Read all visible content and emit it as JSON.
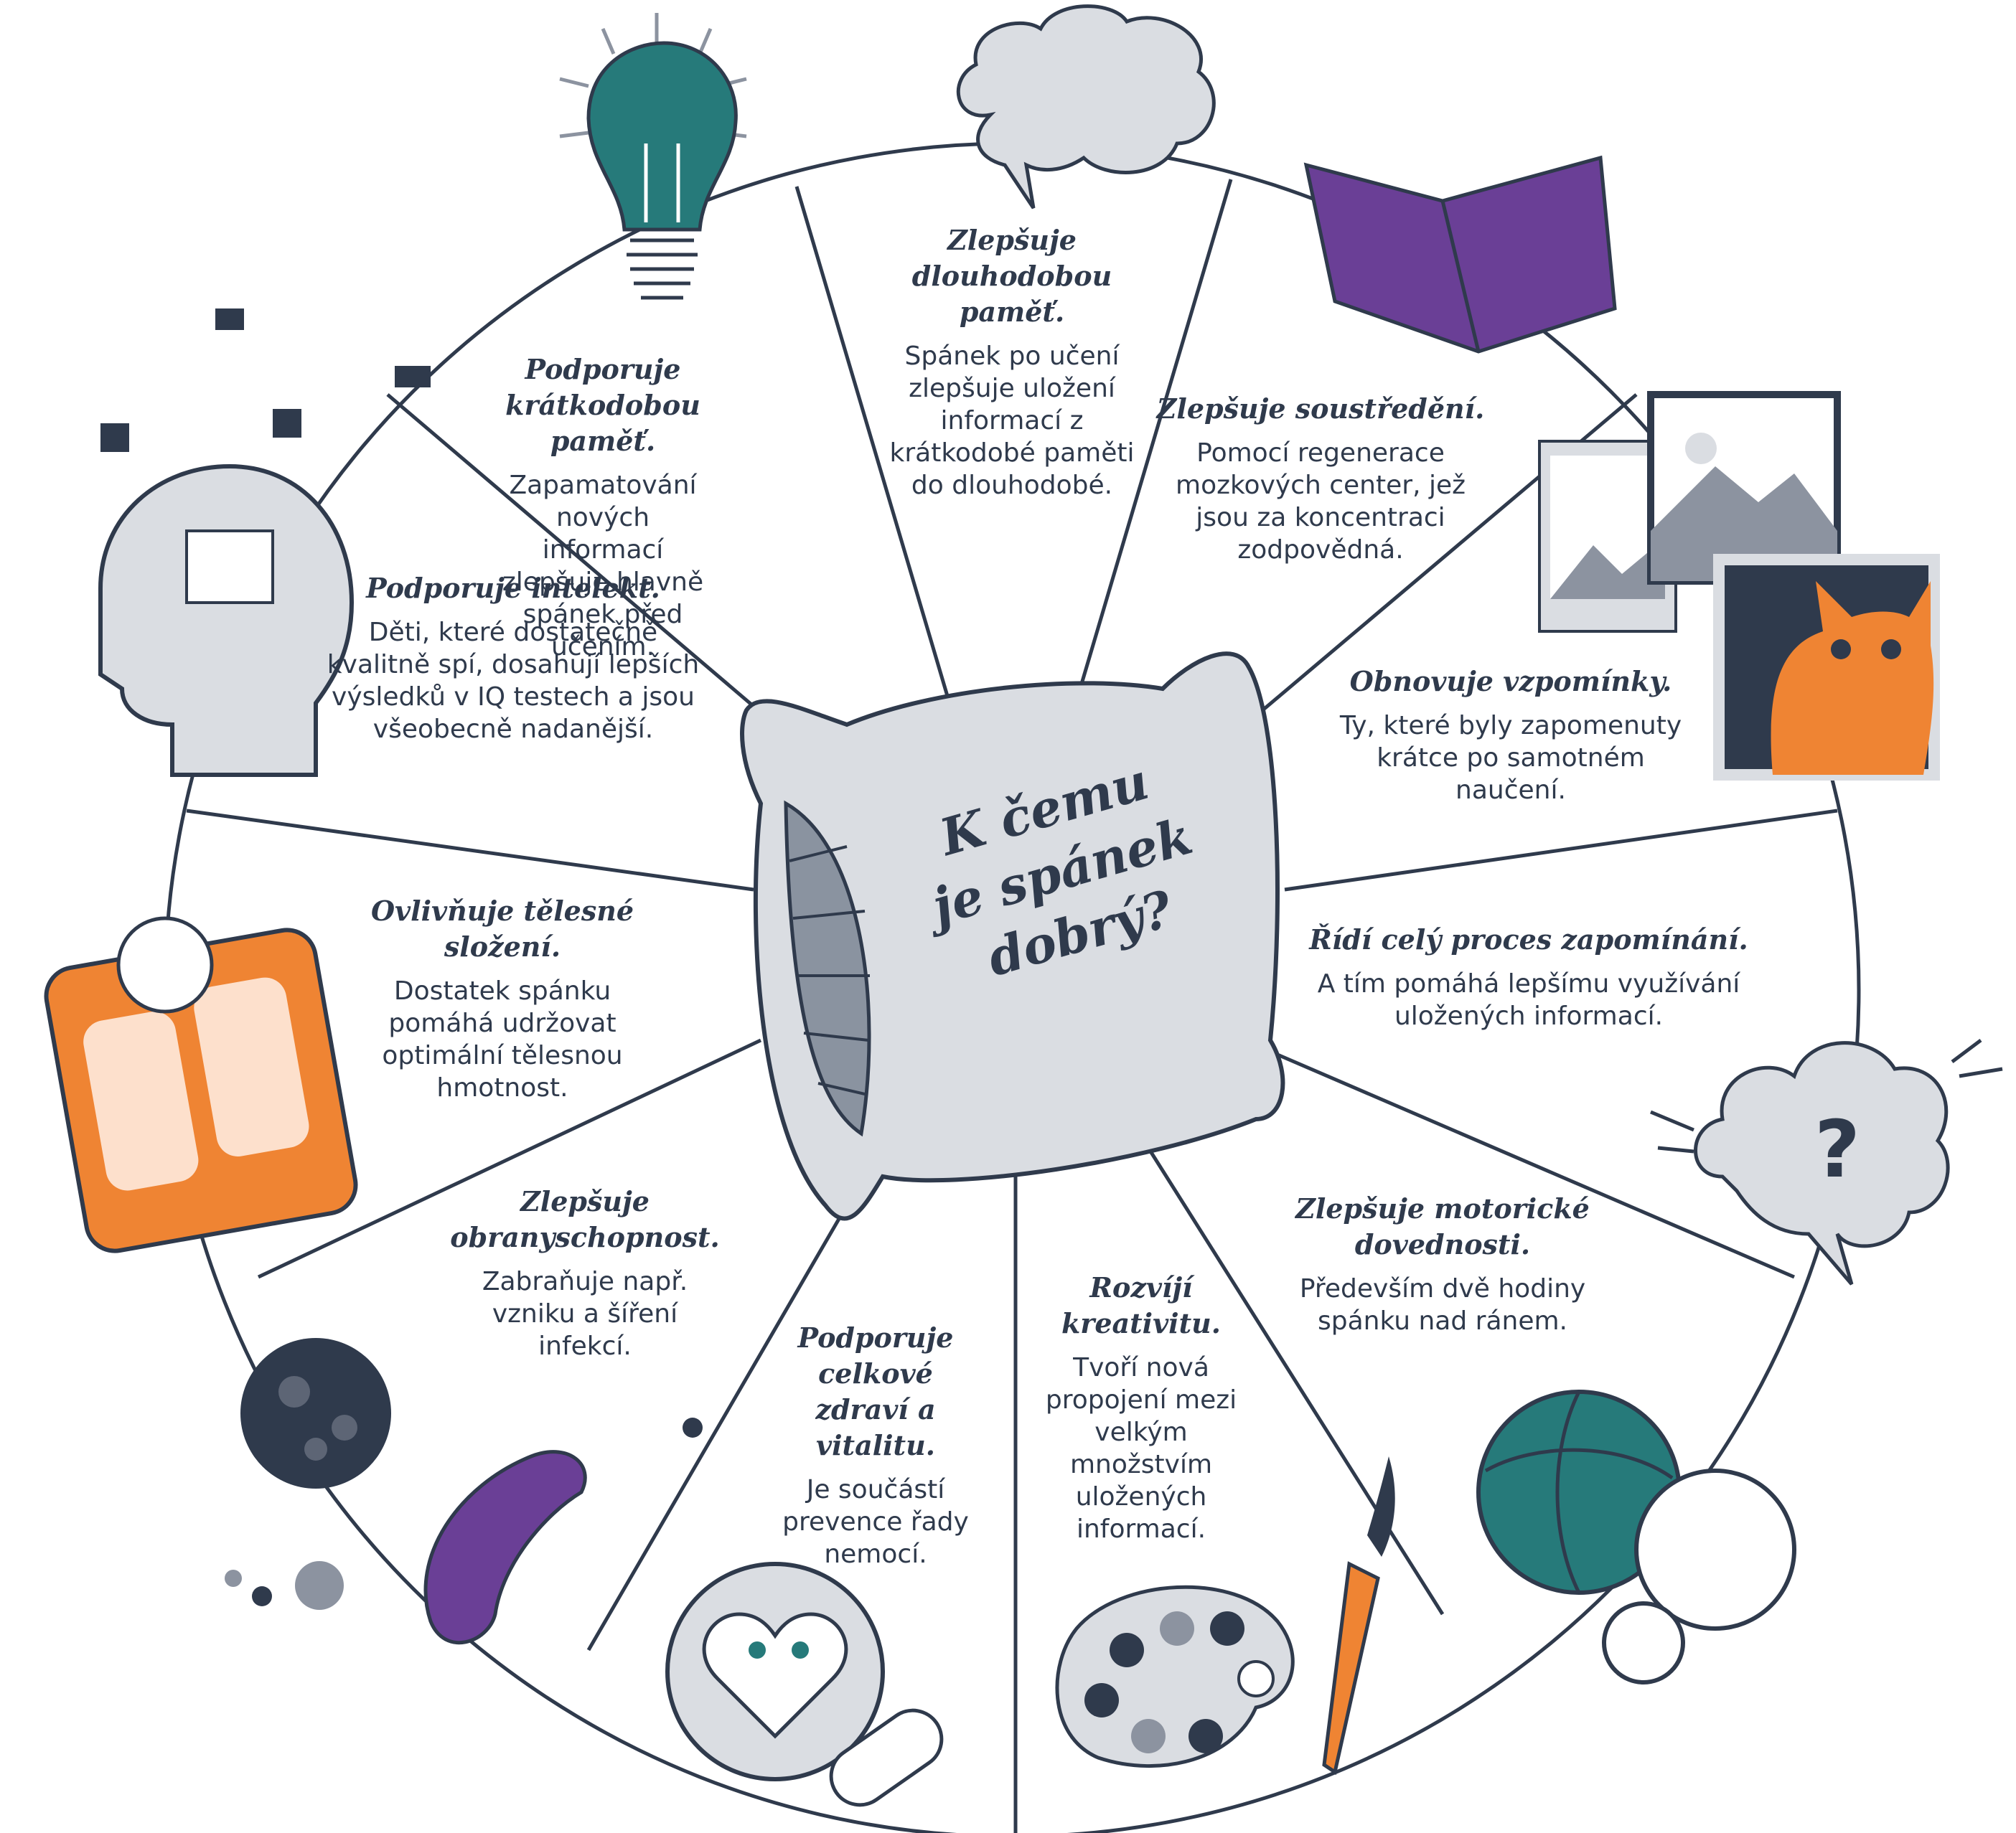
{
  "center": {
    "title_lines": [
      "K čemu",
      "je spánek",
      "dobrý?"
    ]
  },
  "segments": [
    {
      "title": "Podporuje krátkodobou paměť.",
      "desc": "Zapamatování nových informací zlepšuje hlavně spánek před učením."
    },
    {
      "title": "Zlepšuje dlouhodobou paměť.",
      "desc": "Spánek po učení zlepšuje uložení informací z krátkodobé paměti do dlouhodobé."
    },
    {
      "title": "Zlepšuje soustředění.",
      "desc": "Pomocí regenerace mozkových center, jež jsou za koncentraci zodpovědná."
    },
    {
      "title": "Obnovuje vzpomínky.",
      "desc": "Ty, které byly zapomenuty krátce po samotném naučení."
    },
    {
      "title": "Řídí celý proces zapomínání.",
      "desc": "A tím pomáhá lepšímu využívání uložených informací."
    },
    {
      "title": "Zlepšuje motorické dovednosti.",
      "desc": "Především dvě hodiny spánku nad ránem."
    },
    {
      "title": "Rozvíjí kreativitu.",
      "desc": "Tvoří nová propojení mezi velkým množstvím uložených informací."
    },
    {
      "title": "Podporuje celkové zdraví a vitalitu.",
      "desc": "Je součástí prevence řady nemocí."
    },
    {
      "title": "Zlepšuje obranyschopnost.",
      "desc": "Zabraňuje např. vzniku a šíření infekcí."
    },
    {
      "title": "Ovlivňuje tělesné složení.",
      "desc": "Dostatek spánku pomáhá udržovat optimální tělesnou hmotnost."
    },
    {
      "title": "Podporuje intelekt.",
      "desc": "Děti, které dostatečně kvalitně spí, dosahují lepších výsledků v IQ testech a jsou všeobecně nadanější."
    }
  ],
  "colors": {
    "ink": "#2f3a4c",
    "teal": "#267a7a",
    "purple": "#6a3f96",
    "orange": "#ef8433",
    "grey": "#d9dce1",
    "mid": "#8c93a0"
  },
  "icons": [
    "lightbulb-icon",
    "brain-cloud-icon",
    "book-icon",
    "photos-icon",
    "cat-photo-icon",
    "question-cloud-icon",
    "balls-icon",
    "palette-icon",
    "brush-icon",
    "heart-face-icon",
    "pill-icon",
    "virus-icon",
    "bacteria-icon",
    "scale-icon",
    "head-puzzle-icon",
    "pillow-icon"
  ]
}
